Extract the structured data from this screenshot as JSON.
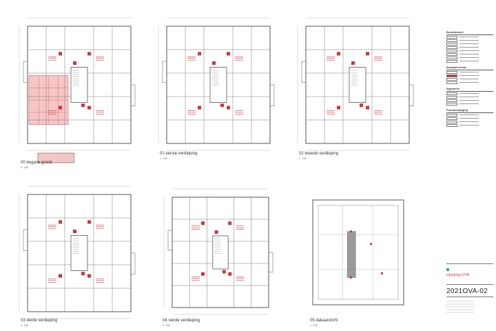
{
  "plans": [
    {
      "id": "p00",
      "title": "00 begane grond",
      "scale": "1 : 100",
      "type": "floor",
      "highlight": true
    },
    {
      "id": "p01",
      "title": "01 eerste verdieping",
      "scale": "1 : 100",
      "type": "floor",
      "highlight": false
    },
    {
      "id": "p02",
      "title": "02 tweede verdieping",
      "scale": "1 : 100",
      "type": "floor",
      "highlight": false
    },
    {
      "id": "p03",
      "title": "03 derde verdieping",
      "scale": "1 : 100",
      "type": "floor",
      "highlight": false
    },
    {
      "id": "p04",
      "title": "04 vierde verdieping",
      "scale": "1 : 100",
      "type": "floor4",
      "highlight": false
    },
    {
      "id": "p05",
      "title": "05 dakaanzicht",
      "scale": "1 : 100",
      "type": "roof",
      "highlight": false
    }
  ],
  "legend": {
    "sections": [
      {
        "title": "Bouwfysisch",
        "rows": 8
      },
      {
        "title": "Brandpreventie",
        "rows": 4
      },
      {
        "title": "Algemeen",
        "rows": 4
      },
      {
        "title": "Functiewijziging",
        "rows": 4
      }
    ]
  },
  "titleblock": {
    "amendment": "wijziging OVA",
    "code": "2021OVA-02"
  },
  "colors": {
    "line": "#555555",
    "accent": "#d33333",
    "highlight": "#f6c6c6",
    "stair": "#9a9a9a"
  }
}
